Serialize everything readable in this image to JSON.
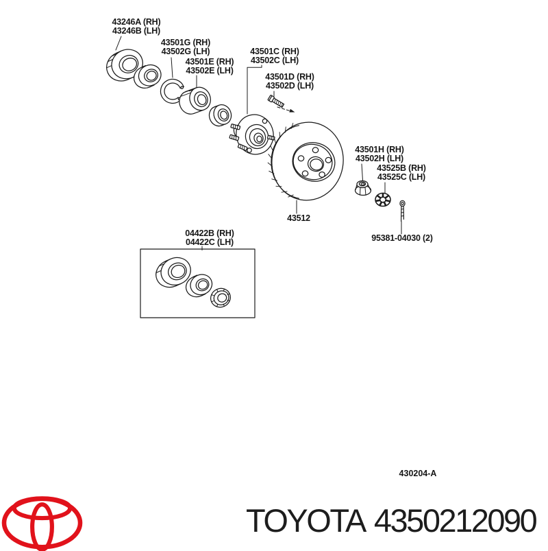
{
  "diagram": {
    "ref_code": "430204-A",
    "line_color": "#1b1b1b",
    "parts": [
      {
        "id": "hub-seal",
        "lines": [
          "43246A (RH)",
          "43246B (LH)"
        ]
      },
      {
        "id": "snap-ring",
        "lines": [
          "43501G (RH)",
          "43502G (LH)"
        ]
      },
      {
        "id": "wheel-bearing",
        "lines": [
          "43501E (RH)",
          "43502E (LH)"
        ]
      },
      {
        "id": "hub-assembly",
        "lines": [
          "43501C (RH)",
          "43502C (LH)"
        ]
      },
      {
        "id": "hub-bolt",
        "lines": [
          "43501D (RH)",
          "43502D (LH)"
        ]
      },
      {
        "id": "hub-nut",
        "lines": [
          "43501H (RH)",
          "43502H (LH)"
        ]
      },
      {
        "id": "lock-nut-cap",
        "lines": [
          "43525B (RH)",
          "43525C (LH)"
        ]
      },
      {
        "id": "cotter-pin",
        "lines": [
          "95381-04030 (2)"
        ]
      },
      {
        "id": "brake-rotor",
        "lines": [
          "43512"
        ]
      },
      {
        "id": "seal-kit",
        "lines": [
          "04422B (RH)",
          "04422C (LH)"
        ]
      }
    ]
  },
  "footer": {
    "brand": "TOYOTA",
    "part_number": "4350212090",
    "logo_color": "#e1121b"
  }
}
